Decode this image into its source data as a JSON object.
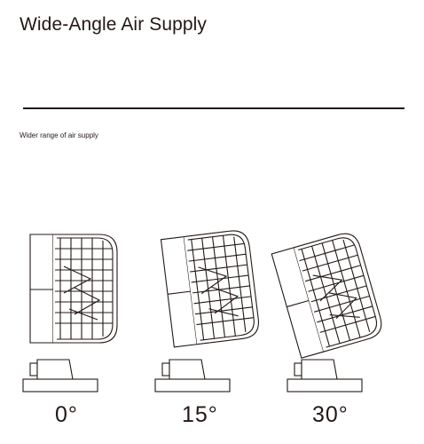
{
  "header": {
    "title": "Wide-Angle Air Supply",
    "subtitle": "Wider range of air supply"
  },
  "illustration": {
    "fans": [
      {
        "angle_label": "0°",
        "tilt_degrees": 0
      },
      {
        "angle_label": "15°",
        "tilt_degrees": 15
      },
      {
        "angle_label": "30°",
        "tilt_degrees": 30
      }
    ],
    "line_color": "#231815"
  }
}
